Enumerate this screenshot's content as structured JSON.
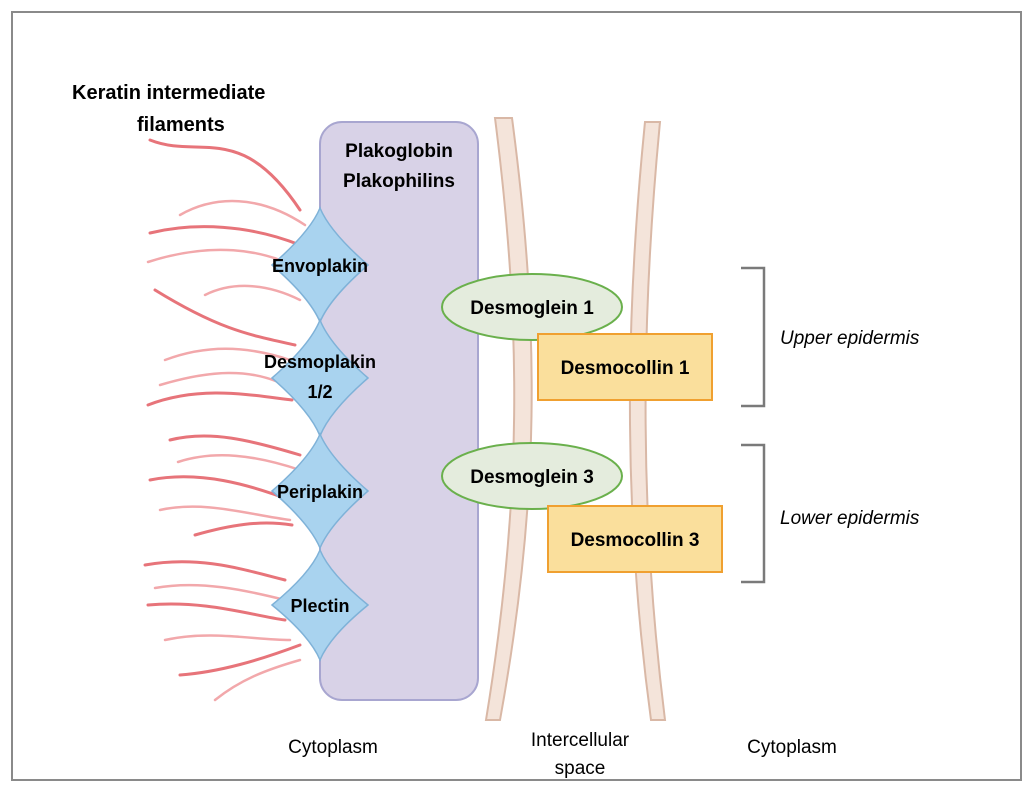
{
  "header": {
    "keratin_line1": "Keratin intermediate",
    "keratin_line2": "filaments"
  },
  "cytoplasmic_box": {
    "line1": "Plakoglobin",
    "line2": "Plakophilins"
  },
  "plakins": [
    {
      "id": "envoplakin",
      "line1": "Envoplakin",
      "line2": ""
    },
    {
      "id": "desmoplakin",
      "line1": "Desmoplakin",
      "line2": "1/2"
    },
    {
      "id": "periplakin",
      "line1": "Periplakin",
      "line2": ""
    },
    {
      "id": "plectin",
      "line1": "Plectin",
      "line2": ""
    }
  ],
  "cadherins": {
    "desmoglein1": "Desmoglein 1",
    "desmocollin1": "Desmocollin 1",
    "desmoglein3": "Desmoglein 3",
    "desmocollin3": "Desmocollin 3"
  },
  "regions": {
    "upper": "Upper epidermis",
    "lower": "Lower epidermis"
  },
  "bottom_labels": {
    "cytoplasm_left": "Cytoplasm",
    "intercellular_line1": "Intercellular",
    "intercellular_line2": "space",
    "cytoplasm_right": "Cytoplasm"
  },
  "colors": {
    "filament": "#e7747a",
    "filament_light": "#f2a8ab",
    "plakin_fill": "#a9d3ef",
    "plakin_stroke": "#7fb2d8",
    "box_fill": "#d8d2e7",
    "box_stroke": "#a8a6d0",
    "desmoglein_fill": "#e4ecdd",
    "desmoglein_stroke": "#6ab04c",
    "desmocollin_fill": "#fadf9c",
    "desmocollin_stroke": "#f0a030",
    "membrane_fill": "#f4e4da",
    "membrane_stroke": "#d9b8a6",
    "bracket": "#7a7a7a"
  }
}
